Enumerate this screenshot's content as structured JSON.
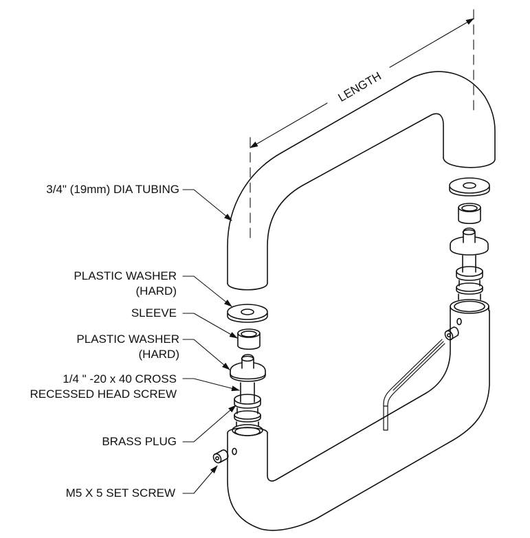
{
  "dimension": {
    "length_label": "LENGTH"
  },
  "callouts": [
    {
      "id": "tubing",
      "lines": [
        "3/4\" (19mm) DIA  TUBING"
      ]
    },
    {
      "id": "washer-top",
      "lines": [
        "PLASTIC WASHER",
        "(HARD)"
      ]
    },
    {
      "id": "sleeve",
      "lines": [
        "SLEEVE"
      ]
    },
    {
      "id": "washer-bottom",
      "lines": [
        "PLASTIC WASHER",
        "(HARD)"
      ]
    },
    {
      "id": "screw",
      "lines": [
        "1/4 \" -20 x 40 CROSS",
        "RECESSED HEAD SCREW"
      ]
    },
    {
      "id": "plug",
      "lines": [
        "BRASS PLUG"
      ]
    },
    {
      "id": "set-screw",
      "lines": [
        "M5 X 5 SET SCREW"
      ]
    }
  ],
  "colors": {
    "line": "#111111",
    "background": "#ffffff"
  }
}
